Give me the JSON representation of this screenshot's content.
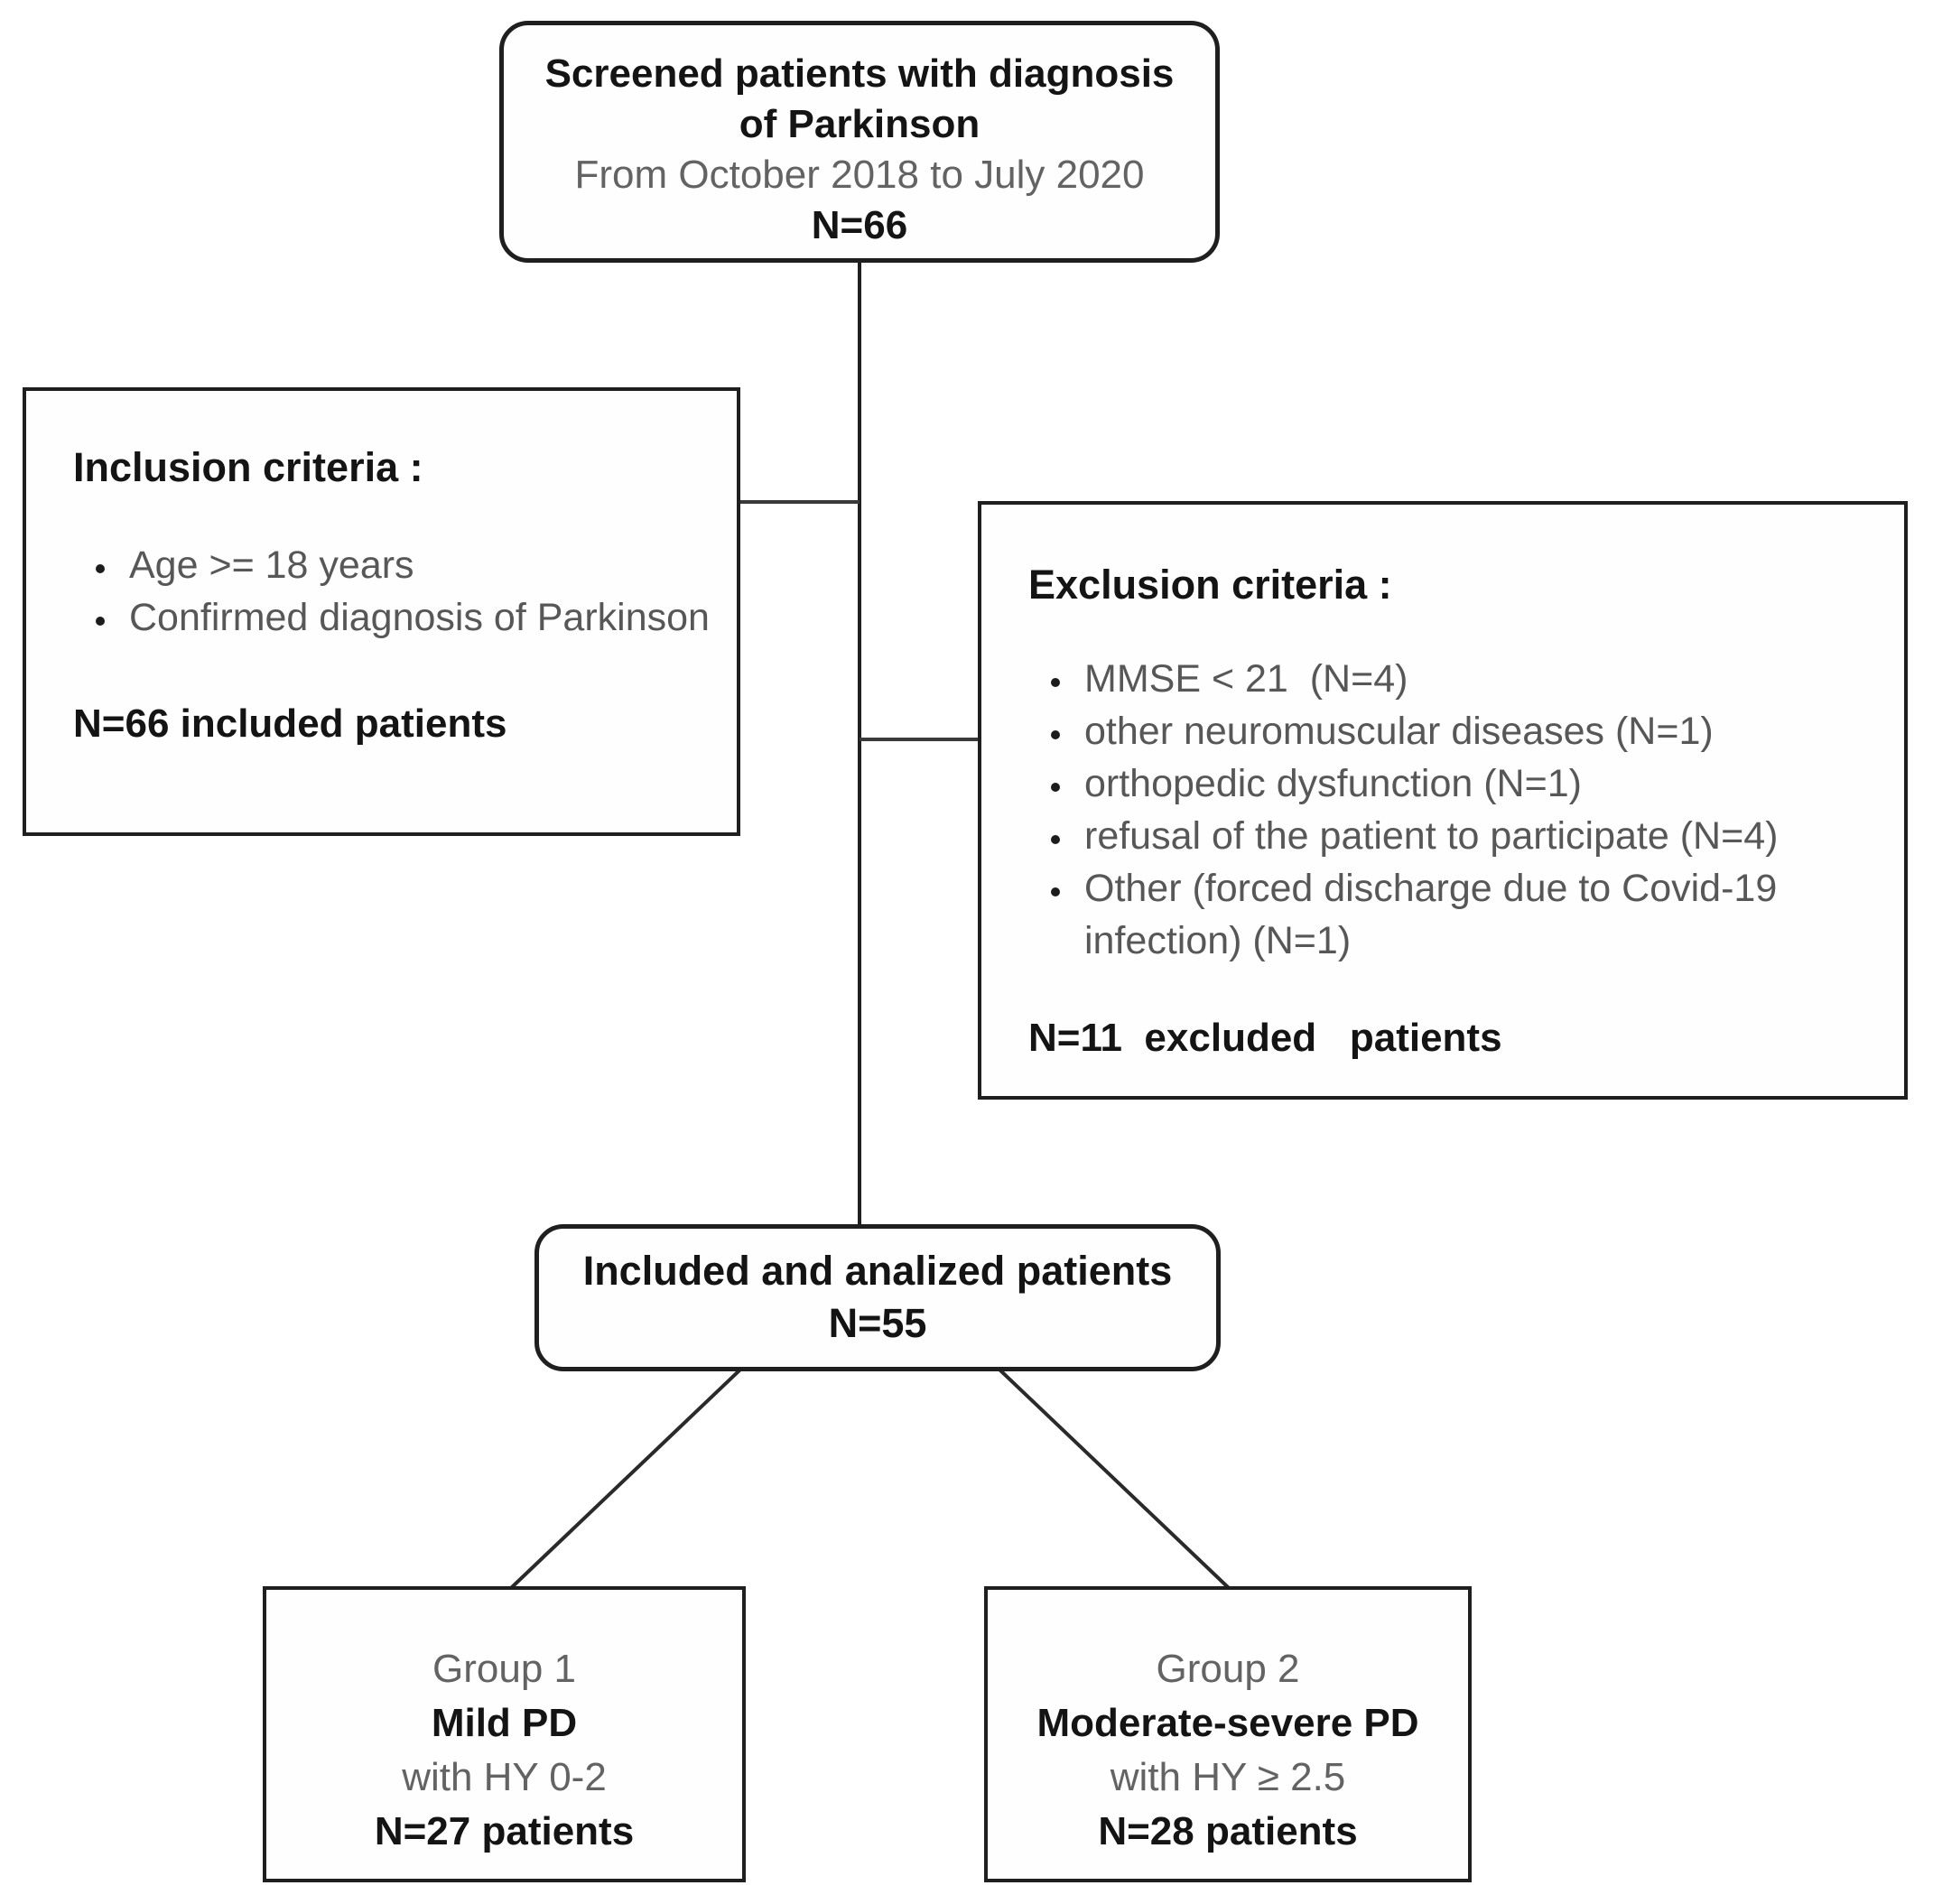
{
  "diagram": {
    "screened_box": {
      "title_line1": "Screened patients with diagnosis",
      "title_line2": "of Parkinson",
      "subtitle": "From October 2018 to July 2020",
      "count": "N=66"
    },
    "inclusion_box": {
      "header": "Inclusion criteria :",
      "items": [
        "Age >= 18 years",
        "Confirmed diagnosis of Parkinson"
      ],
      "summary": "N=66 included patients"
    },
    "exclusion_box": {
      "header": "Exclusion criteria :",
      "items": [
        "MMSE < 21  (N=4)",
        "other neuromuscular diseases (N=1)",
        "orthopedic dysfunction (N=1)",
        "refusal of the patient to participate (N=4)",
        "Other (forced discharge due to Covid-19 infection) (N=1)"
      ],
      "summary": "N=11  excluded   patients"
    },
    "analyzed_box": {
      "title": "Included and analized patients",
      "count": "N=55"
    },
    "group1_box": {
      "group_label": "Group 1",
      "severity": "Mild PD",
      "hy_range": "with HY 0-2",
      "count": "N=27 patients"
    },
    "group2_box": {
      "group_label": "Group 2",
      "severity": "Moderate-severe PD",
      "hy_range": "with HY ≥ 2.5",
      "count": "N=28 patients"
    },
    "colors": {
      "text_primary": "#1a1a1a",
      "text_secondary": "#636363",
      "line": "#2e2e2e",
      "background": "#ffffff"
    }
  }
}
